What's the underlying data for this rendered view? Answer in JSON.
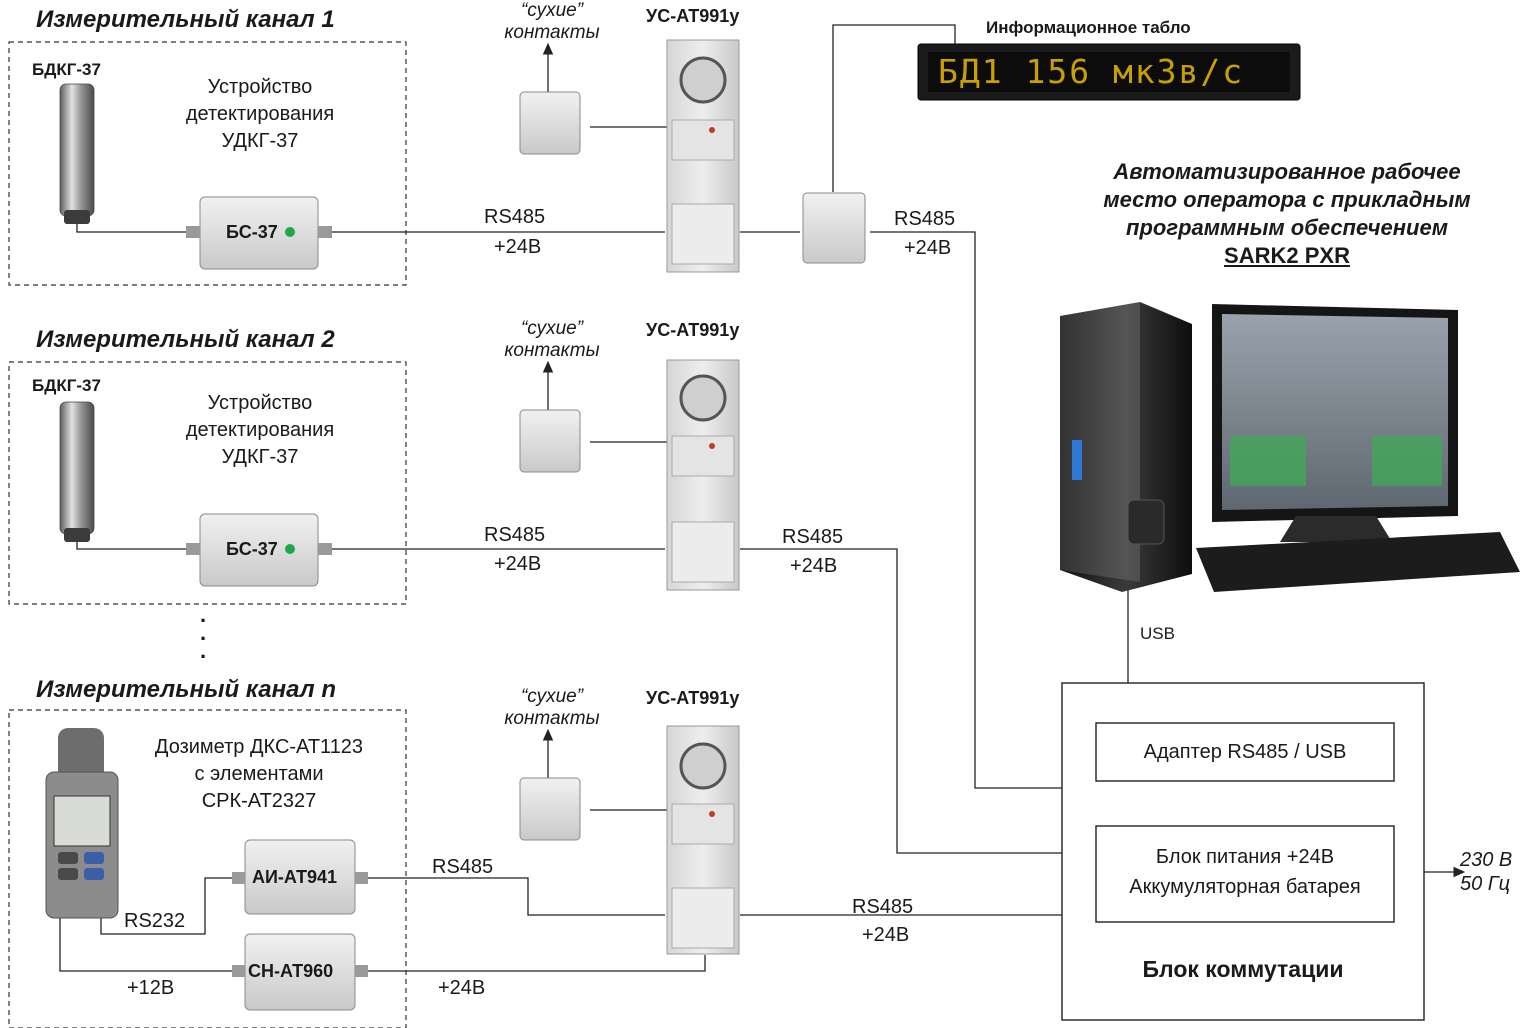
{
  "channels": [
    {
      "title": "Измерительный канал 1",
      "detector": "БДКГ-37",
      "device_lines": [
        "Устройство",
        "детектирования",
        "УДКГ-37"
      ],
      "box": "БС-37"
    },
    {
      "title": "Измерительный канал 2",
      "detector": "БДКГ-37",
      "device_lines": [
        "Устройство",
        "детектирования",
        "УДКГ-37"
      ],
      "box": "БС-37"
    },
    {
      "title": "Измерительный канал n",
      "dosimeter_lines": [
        "Дозиметр ДКС-АТ1123",
        "с элементами",
        "СРК-АТ2327"
      ],
      "box_ai": "АИ-АТ941",
      "box_sn": "СН-АТ960"
    }
  ],
  "dry_contacts_lines": [
    "“сухие”",
    "контакты"
  ],
  "us_label": "УС-АТ991у",
  "info_board": {
    "title": "Информационное табло",
    "display": "БД1 156 мкЗв/с",
    "led_color": "#c8a000"
  },
  "links": {
    "rs485": "RS485",
    "plus24": "+24В",
    "rs232": "RS232",
    "plus12": "+12В",
    "usb": "USB"
  },
  "arm_lines": [
    "Автоматизированное рабочее",
    "место оператора с прикладным",
    "программным обеспечением"
  ],
  "arm_software": "SARK2 PXR",
  "switch_block": {
    "title": "Блок коммутации",
    "adapter": "Адаптер RS485 / USB",
    "power_lines": [
      "Блок питания +24В",
      "Аккумуляторная батарея"
    ]
  },
  "mains": [
    "230 В",
    "50 Гц"
  ],
  "ellipsis": ".",
  "icons": {
    "detector": "cylinder-detector-icon",
    "junction": "junction-box-icon",
    "us": "us-panel-icon",
    "pc": "desktop-computer-icon",
    "dosimeter": "handheld-dosimeter-icon"
  }
}
